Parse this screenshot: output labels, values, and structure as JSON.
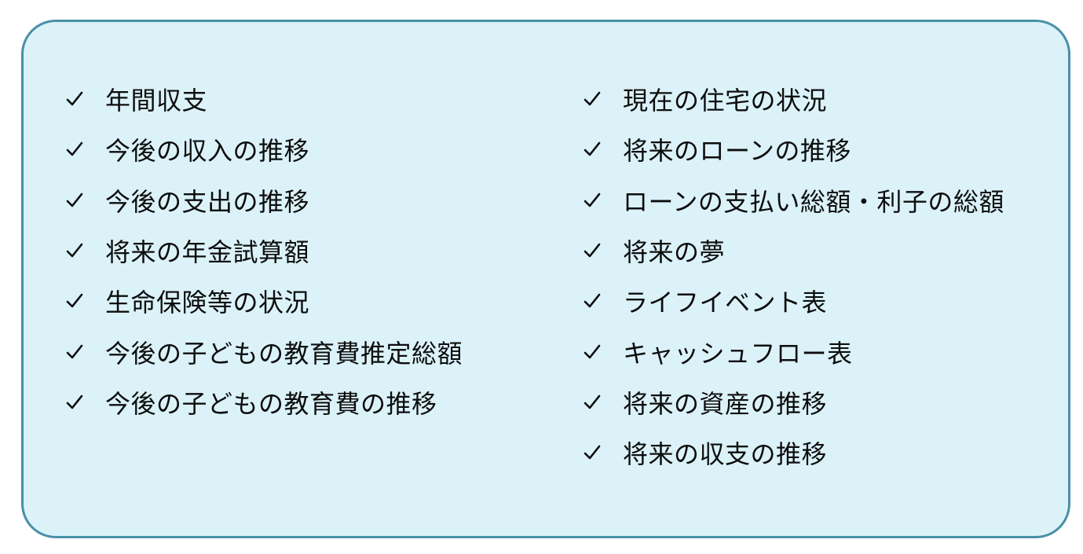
{
  "colors": {
    "panel_background": "#dbf2f9",
    "panel_border": "#4a8fa8",
    "text": "#0d0d0d"
  },
  "check_icon": "checkmark-icon",
  "left_items": [
    "年間収支",
    "今後の収入の推移",
    "今後の支出の推移",
    "将来の年金試算額",
    "生命保険等の状況",
    "今後の子どもの教育費推定総額",
    "今後の子どもの教育費の推移"
  ],
  "right_items": [
    "現在の住宅の状況",
    "将来のローンの推移",
    "ローンの支払い総額・利子の総額",
    "将来の夢",
    "ライフイベント表",
    "キャッシュフロー表",
    "将来の資産の推移",
    "将来の収支の推移"
  ]
}
